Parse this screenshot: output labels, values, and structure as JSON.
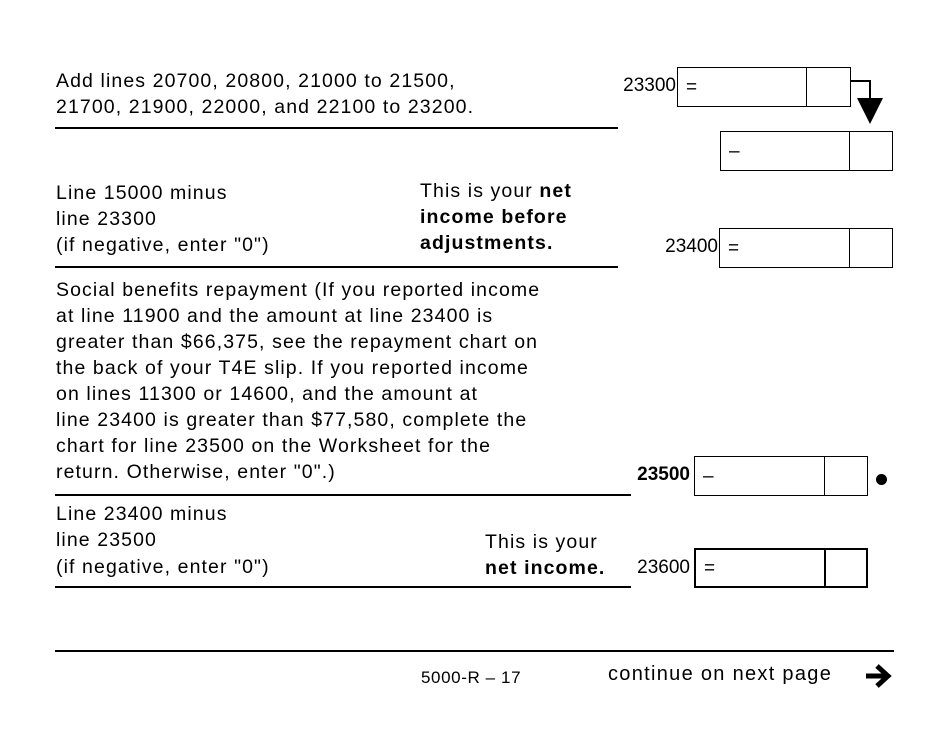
{
  "sections": {
    "add_lines": {
      "line1": "Add lines 20700, 20800, 21000 to 21500,",
      "line2": "21700, 21900, 22000, and 22100 to 23200.",
      "code": "23300",
      "symbol": "="
    },
    "subtract": {
      "symbol": "–"
    },
    "net_before": {
      "left1": "Line 15000 minus",
      "left2": "line 23300",
      "left3": "(if negative, enter \"0\")",
      "right1_plain": "This is your ",
      "right1_bold": "net",
      "right2_bold": "income before",
      "right3_bold": "adjustments.",
      "code": "23400",
      "symbol": "="
    },
    "social": {
      "lines": [
        "Social benefits repayment (If you reported income",
        "at line 11900 and the amount at line 23400 is",
        "greater than $66,375, see the repayment chart on",
        "the back of your T4E slip. If you reported income",
        "on lines 11300 or 14600, and the amount at",
        "line 23400 is greater than $77,580, complete the",
        "chart for line 23500 on the Worksheet for the",
        "return. Otherwise, enter \"0\".)"
      ],
      "code": "23500",
      "symbol": "–"
    },
    "net_income": {
      "left1": "Line 23400 minus",
      "left2": "line 23500",
      "left3": "(if negative, enter \"0\")",
      "right1": "This is your",
      "right2_bold": "net income.",
      "code": "23600",
      "symbol": "="
    }
  },
  "footer": {
    "form_code": "5000-R – 17",
    "continue_text": "continue on next page"
  }
}
